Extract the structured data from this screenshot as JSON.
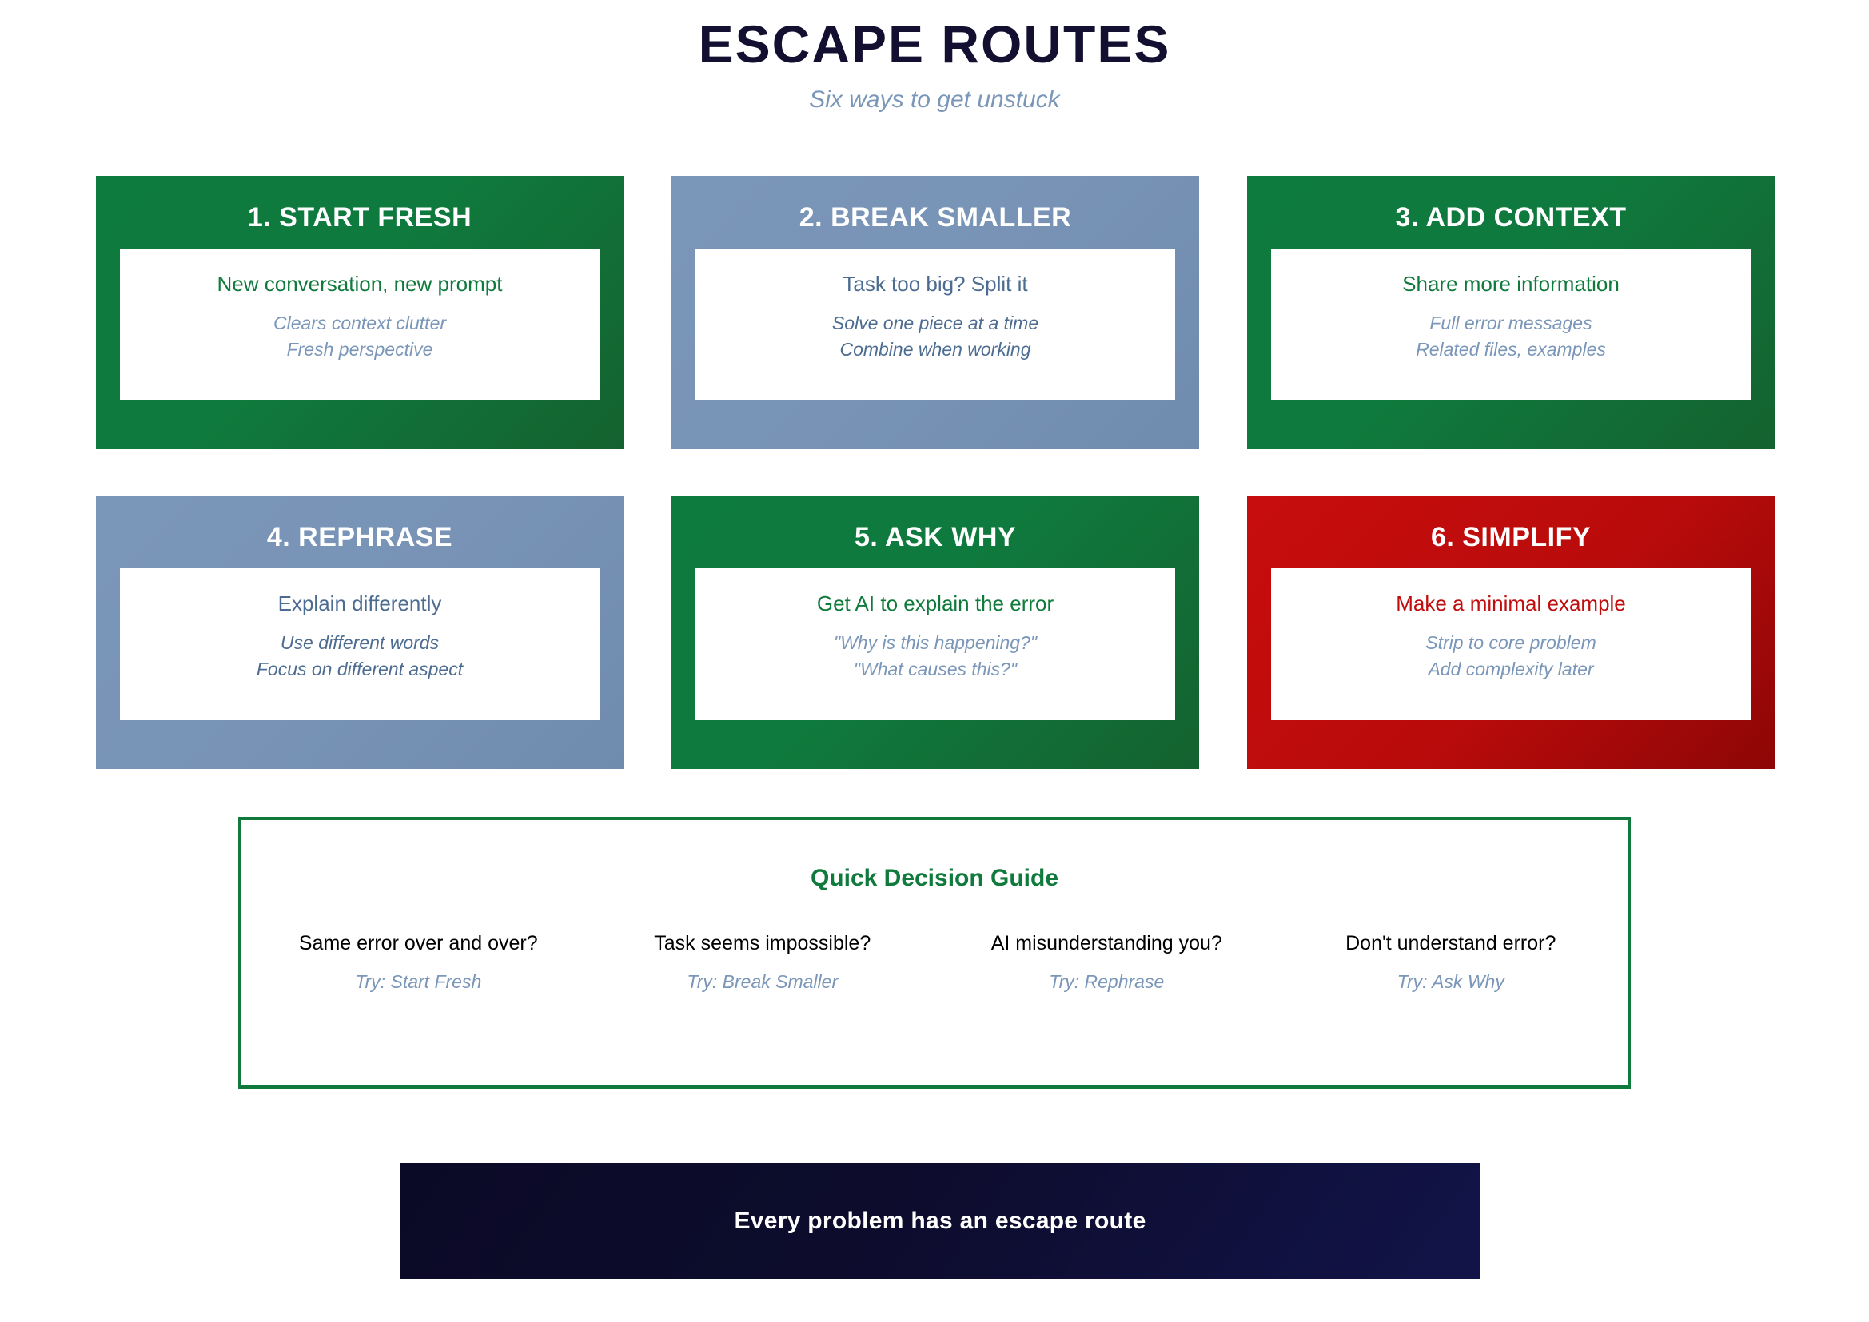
{
  "header": {
    "title": "ESCAPE ROUTES",
    "subtitle": "Six ways to get unstuck"
  },
  "colors": {
    "title": "#120f30",
    "green": "#107a3c",
    "slate": "#7a96b8",
    "slate_text": "#4d6c91",
    "red": "#c00d0d",
    "navy": "#0b0a26",
    "white": "#ffffff",
    "black": "#000000"
  },
  "cards": [
    {
      "title": "1. START FRESH",
      "theme": "green",
      "main": "New conversation, new prompt",
      "subs": [
        "Clears context clutter",
        "Fresh perspective"
      ]
    },
    {
      "title": "2. BREAK SMALLER",
      "theme": "slate",
      "main": "Task too big? Split it",
      "subs": [
        "Solve one piece at a time",
        "Combine when working"
      ]
    },
    {
      "title": "3. ADD CONTEXT",
      "theme": "green",
      "main": "Share more information",
      "subs": [
        "Full error messages",
        "Related files, examples"
      ]
    },
    {
      "title": "4. REPHRASE",
      "theme": "slate",
      "main": "Explain differently",
      "subs": [
        "Use different words",
        "Focus on different aspect"
      ]
    },
    {
      "title": "5. ASK WHY",
      "theme": "green",
      "main": "Get AI to explain the error",
      "subs": [
        "\"Why is this happening?\"",
        "\"What causes this?\""
      ]
    },
    {
      "title": "6. SIMPLIFY",
      "theme": "red",
      "main": "Make a minimal example",
      "subs": [
        "Strip to core problem",
        "Add complexity later"
      ]
    }
  ],
  "guide": {
    "title": "Quick Decision Guide",
    "items": [
      {
        "question": "Same error over and over?",
        "answer": "Try: Start Fresh"
      },
      {
        "question": "Task seems impossible?",
        "answer": "Try: Break Smaller"
      },
      {
        "question": "AI misunderstanding you?",
        "answer": "Try: Rephrase"
      },
      {
        "question": "Don't understand error?",
        "answer": "Try: Ask Why"
      }
    ]
  },
  "footer": {
    "text": "Every problem has an escape route"
  }
}
